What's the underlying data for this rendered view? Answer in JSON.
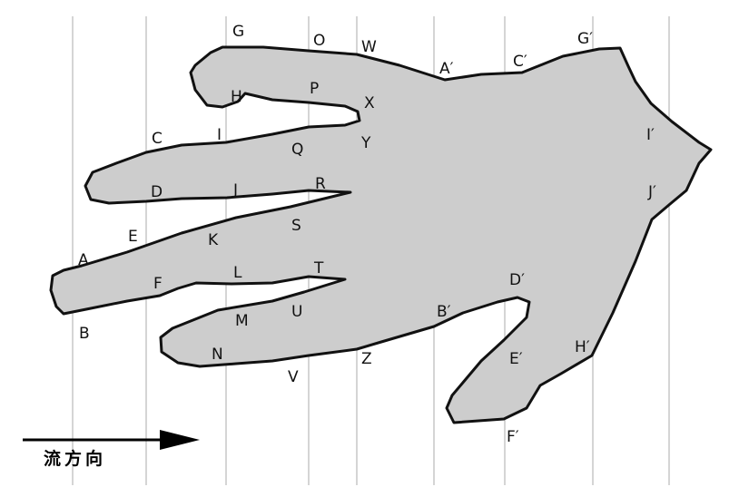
{
  "flow_label": "流方向",
  "colors": {
    "shape_fill": "#cdcdcd",
    "outline": "#111111",
    "grid": "#b9b9b9"
  },
  "labels": {
    "G": "G",
    "O": "O",
    "W": "W",
    "A_prime": "A′",
    "C_prime": "C′",
    "G_prime": "G′",
    "H": "H",
    "P": "P",
    "X": "X",
    "C": "C",
    "I": "I",
    "Q": "Q",
    "Y": "Y",
    "I_prime": "I′",
    "D": "D",
    "J": "J",
    "R": "R",
    "J_prime": "J′",
    "E": "E",
    "K": "K",
    "S": "S",
    "A": "A",
    "L": "L",
    "T": "T",
    "F": "F",
    "D_prime": "D′",
    "M": "M",
    "U": "U",
    "B_prime": "B′",
    "B": "B",
    "H_prime": "H′",
    "N": "N",
    "Z": "Z",
    "E_prime": "E′",
    "V": "V",
    "F_prime": "F′"
  }
}
